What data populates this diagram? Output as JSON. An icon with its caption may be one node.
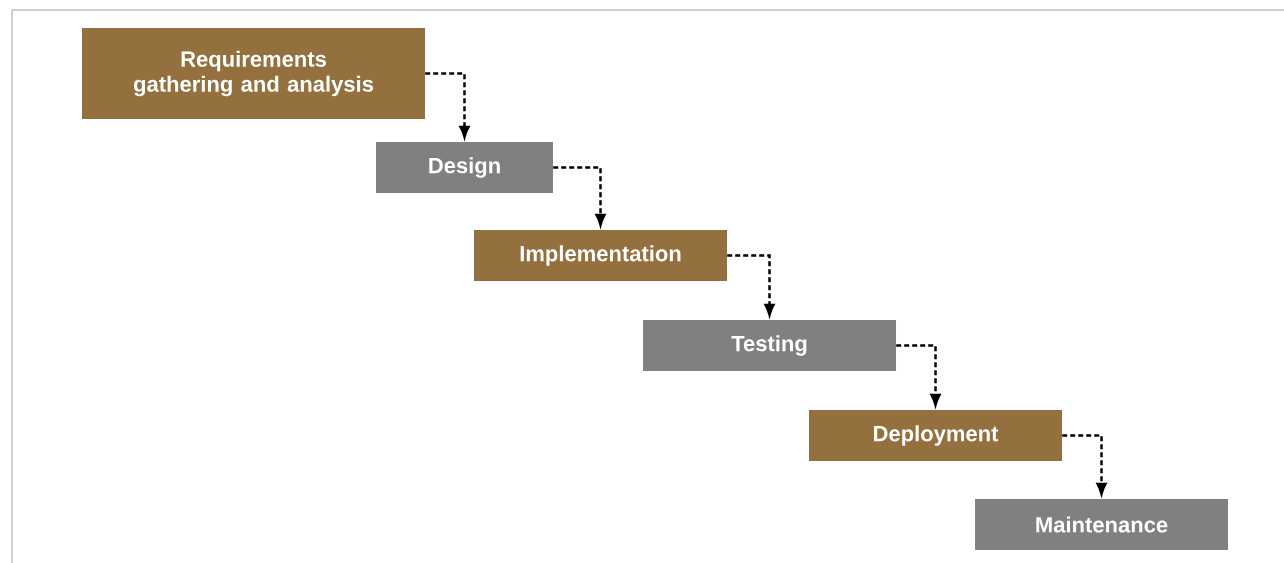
{
  "diagram": {
    "nodes": [
      {
        "text": [
          "Requirements gathering and analysis"
        ]
      },
      {
        "text": [
          "Design"
        ]
      },
      {
        "text": [
          "Implementation"
        ]
      },
      {
        "text": [
          "Testing"
        ]
      },
      {
        "text": [
          "Deployment"
        ]
      },
      {
        "text": [
          "Maintenance"
        ]
      }
    ],
    "edges": [
      {
        "from": 0,
        "to": 1,
        "arrow": "to",
        "style": "dashed"
      },
      {
        "from": 1,
        "to": 2,
        "arrow": "to",
        "style": "dashed"
      },
      {
        "from": 2,
        "to": 3,
        "arrow": "to",
        "style": "dashed"
      },
      {
        "from": 3,
        "to": 4,
        "arrow": "to",
        "style": "dashed"
      },
      {
        "from": 4,
        "to": 5,
        "arrow": "to",
        "style": "dashed"
      }
    ]
  }
}
